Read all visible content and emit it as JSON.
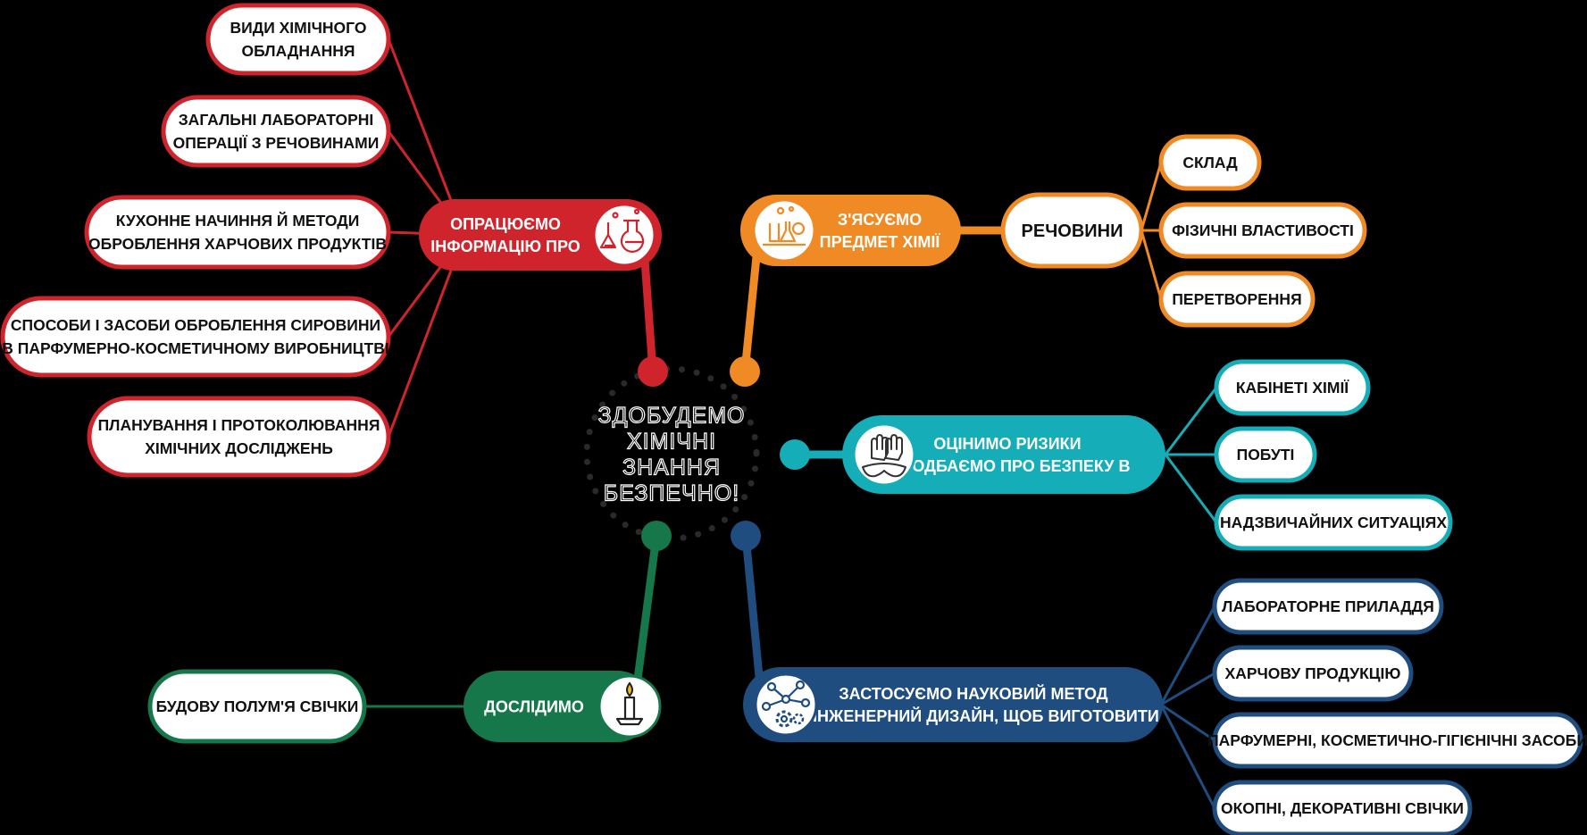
{
  "center": {
    "lines": [
      "ЗДОБУДЕМО",
      "ХІМІЧНІ",
      "ЗНАННЯ",
      "БЕЗПЕЧНО!"
    ]
  },
  "colors": {
    "red": "#d0242d",
    "orange": "#f08a24",
    "teal": "#15adb8",
    "navy": "#1f4d7f",
    "green": "#15774a",
    "center_dots": "#2a2a2a",
    "leaf_fill": "#ffffff",
    "text_dark": "#111111"
  },
  "branches": [
    {
      "id": "red",
      "color_key": "red",
      "icon": "flasks-icon",
      "hub_lines": [
        "ОПРАЦЮЄМО",
        "ІНФОРМАЦІЮ ПРО"
      ],
      "leaves": [
        {
          "lines": [
            "ВИДИ ХІМІЧНОГО",
            "ОБЛАДНАННЯ"
          ]
        },
        {
          "lines": [
            "ЗАГАЛЬНІ ЛАБОРАТОРНІ",
            "ОПЕРАЦІЇ З РЕЧОВИНАМИ"
          ]
        },
        {
          "lines": [
            "КУХОННЕ НАЧИННЯ Й МЕТОДИ",
            "ОБРОБЛЕННЯ ХАРЧОВИХ ПРОДУКТІВ"
          ]
        },
        {
          "lines": [
            "СПОСОБИ І ЗАСОБИ ОБРОБЛЕННЯ СИРОВИНИ",
            "В ПАРФУМЕРНО-КОСМЕТИЧНОМУ ВИРОБНИЦТВІ"
          ]
        },
        {
          "lines": [
            "ПЛАНУВАННЯ І ПРОТОКОЛЮВАННЯ",
            "ХІМІЧНИХ ДОСЛІДЖЕНЬ"
          ]
        }
      ]
    },
    {
      "id": "orange",
      "color_key": "orange",
      "icon": "lab-equipment-icon",
      "hub_lines": [
        "З'ЯСУЄМО",
        "ПРЕДМЕТ ХІМІЇ"
      ],
      "sub": {
        "lines": [
          "РЕЧОВИНИ"
        ]
      },
      "leaves": [
        {
          "lines": [
            "СКЛАД"
          ]
        },
        {
          "lines": [
            "ФІЗИЧНІ ВЛАСТИВОСТІ"
          ]
        },
        {
          "lines": [
            "ПЕРЕТВОРЕННЯ"
          ]
        }
      ]
    },
    {
      "id": "teal",
      "color_key": "teal",
      "icon": "gloves-goggles-icon",
      "hub_lines": [
        "ОЦІНИМО РИЗИКИ",
        "Й ПОДБАЄМО ПРО БЕЗПЕКУ В"
      ],
      "leaves": [
        {
          "lines": [
            "КАБІНЕТІ ХІМІЇ"
          ]
        },
        {
          "lines": [
            "ПОБУТІ"
          ]
        },
        {
          "lines": [
            "НАДЗВИЧАЙНИХ СИТУАЦІЯХ"
          ]
        }
      ]
    },
    {
      "id": "navy",
      "color_key": "navy",
      "icon": "network-gears-icon",
      "hub_lines": [
        "ЗАСТОСУЄМО НАУКОВИЙ МЕТОД",
        "ТА ІНЖЕНЕРНИЙ ДИЗАЙН, ЩОБ ВИГОТОВИТИ"
      ],
      "leaves": [
        {
          "lines": [
            "ЛАБОРАТОРНЕ ПРИЛАДДЯ"
          ]
        },
        {
          "lines": [
            "ХАРЧОВУ ПРОДУКЦІЮ"
          ]
        },
        {
          "lines": [
            "ПАРФУМЕРНІ, КОСМЕТИЧНО-ГІГІЄНІЧНІ ЗАСОБИ"
          ]
        },
        {
          "lines": [
            "ОКОПНІ, ДЕКОРАТИВНІ СВІЧКИ"
          ]
        }
      ]
    },
    {
      "id": "green",
      "color_key": "green",
      "icon": "candle-icon",
      "hub_lines": [
        "ДОСЛІДИМО"
      ],
      "leaves": [
        {
          "lines": [
            "БУДОВУ ПОЛУМ'Я СВІЧКИ"
          ]
        }
      ]
    }
  ]
}
